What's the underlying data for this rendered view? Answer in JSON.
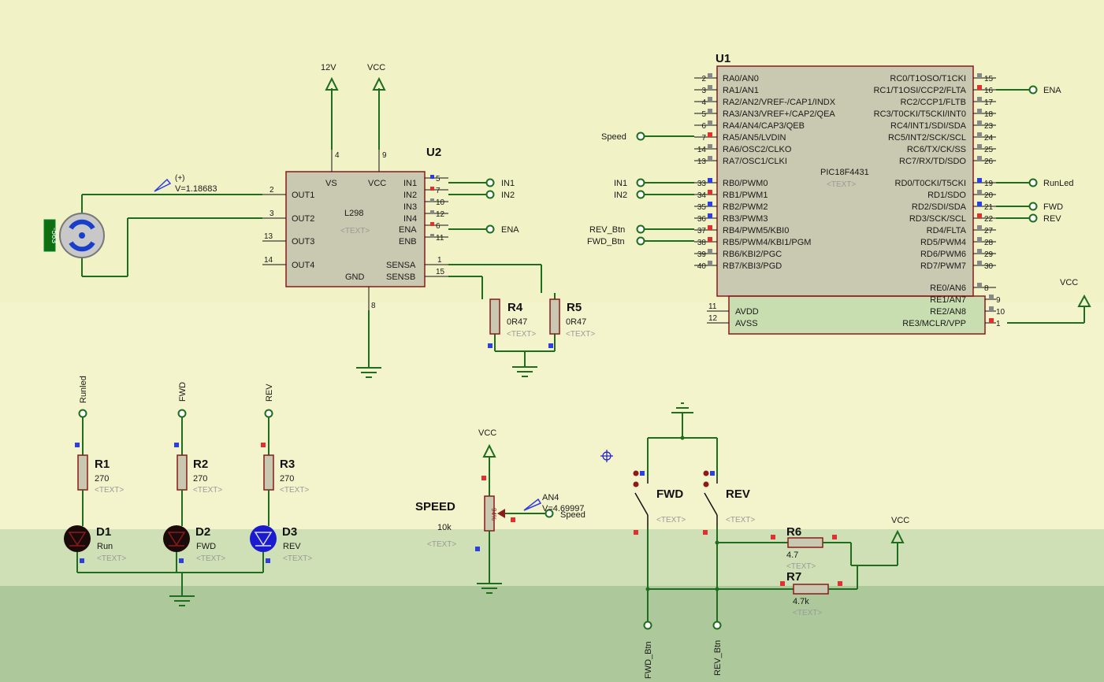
{
  "u1": {
    "ref": "U1",
    "part": "PIC18F4431",
    "placeholder": "<TEXT>",
    "left_pins": [
      {
        "num": "2",
        "name": "RA0/AN0"
      },
      {
        "num": "3",
        "name": "RA1/AN1"
      },
      {
        "num": "4",
        "name": "RA2/AN2/VREF-/CAP1/INDX"
      },
      {
        "num": "5",
        "name": "RA3/AN3/VREF+/CAP2/QEA"
      },
      {
        "num": "6",
        "name": "RA4/AN4/CAP3/QEB"
      },
      {
        "num": "7",
        "name": "RA5/AN5/LVDIN"
      },
      {
        "num": "14",
        "name": "RA6/OSC2/CLKO"
      },
      {
        "num": "13",
        "name": "RA7/OSC1/CLKI"
      },
      {
        "num": "33",
        "name": "RB0/PWM0"
      },
      {
        "num": "34",
        "name": "RB1/PWM1"
      },
      {
        "num": "35",
        "name": "RB2/PWM2"
      },
      {
        "num": "36",
        "name": "RB3/PWM3"
      },
      {
        "num": "37",
        "name": "RB4/PWM5/KBI0"
      },
      {
        "num": "38",
        "name": "RB5/PWM4/KBI1/PGM"
      },
      {
        "num": "39",
        "name": "RB6/KBI2/PGC"
      },
      {
        "num": "40",
        "name": "RB7/KBI3/PGD"
      }
    ],
    "right_pins": [
      {
        "num": "15",
        "name": "RC0/T1OSO/T1CKI"
      },
      {
        "num": "16",
        "name": "RC1/T1OSI/CCP2/FLTA"
      },
      {
        "num": "17",
        "name": "RC2/CCP1/FLTB"
      },
      {
        "num": "18",
        "name": "RC3/T0CKI/T5CKI/INT0"
      },
      {
        "num": "23",
        "name": "RC4/INT1/SDI/SDA"
      },
      {
        "num": "24",
        "name": "RC5/INT2/SCK/SCL"
      },
      {
        "num": "25",
        "name": "RC6/TX/CK/SS"
      },
      {
        "num": "26",
        "name": "RC7/RX/TD/SDO"
      },
      {
        "num": "19",
        "name": "RD0/T0CKI/T5CKI"
      },
      {
        "num": "20",
        "name": "RD1/SDO"
      },
      {
        "num": "21",
        "name": "RD2/SDI/SDA"
      },
      {
        "num": "22",
        "name": "RD3/SCK/SCL"
      },
      {
        "num": "27",
        "name": "RD4/FLTA"
      },
      {
        "num": "28",
        "name": "RD5/PWM4"
      },
      {
        "num": "29",
        "name": "RD6/PWM6"
      },
      {
        "num": "30",
        "name": "RD7/PWM7"
      },
      {
        "num": "8",
        "name": "RE0/AN6"
      },
      {
        "num": "9",
        "name": "RE1/AN7"
      },
      {
        "num": "10",
        "name": "RE2/AN8"
      },
      {
        "num": "1",
        "name": "RE3/MCLR/VPP"
      }
    ],
    "power_pins": [
      {
        "num": "11",
        "name": "AVDD"
      },
      {
        "num": "12",
        "name": "AVSS"
      }
    ]
  },
  "u2": {
    "ref": "U2",
    "part": "L298",
    "placeholder": "<TEXT>",
    "left_pins": [
      {
        "num": "2",
        "name": "OUT1"
      },
      {
        "num": "3",
        "name": "OUT2"
      },
      {
        "num": "13",
        "name": "OUT3"
      },
      {
        "num": "14",
        "name": "OUT4"
      }
    ],
    "right_pins": [
      {
        "num": "5",
        "name": "IN1"
      },
      {
        "num": "7",
        "name": "IN2"
      },
      {
        "num": "10",
        "name": "IN3"
      },
      {
        "num": "12",
        "name": "IN4"
      },
      {
        "num": "6",
        "name": "ENA"
      },
      {
        "num": "11",
        "name": "ENB"
      },
      {
        "num": "1",
        "name": "SENSA"
      },
      {
        "num": "15",
        "name": "SENSB"
      }
    ],
    "top_pins": [
      {
        "num": "4",
        "name": "VS"
      },
      {
        "num": "9",
        "name": "VCC"
      }
    ],
    "bottom_pins": [
      {
        "num": "8",
        "name": "GND"
      }
    ]
  },
  "power": {
    "v12": "12V",
    "vcc": "VCC"
  },
  "terminals": {
    "in1": "IN1",
    "in2": "IN2",
    "ena": "ENA",
    "speed": "Speed",
    "runled": "RunLed",
    "fwd": "FWD",
    "rev": "REV",
    "rev_btn": "REV_Btn",
    "fwd_btn": "FWD_Btn",
    "runled_lower": "Runled"
  },
  "motor": {
    "probe_sign": "(+)",
    "probe_value": "V=1.18683",
    "rpm": "-563"
  },
  "resistors": {
    "r4": {
      "ref": "R4",
      "value": "0R47",
      "placeholder": "<TEXT>"
    },
    "r5": {
      "ref": "R5",
      "value": "0R47",
      "placeholder": "<TEXT>"
    },
    "r1": {
      "ref": "R1",
      "value": "270",
      "placeholder": "<TEXT>"
    },
    "r2": {
      "ref": "R2",
      "value": "270",
      "placeholder": "<TEXT>"
    },
    "r3": {
      "ref": "R3",
      "value": "270",
      "placeholder": "<TEXT>"
    },
    "r6": {
      "ref": "R6",
      "value": "4.7",
      "placeholder": "<TEXT>"
    },
    "r7": {
      "ref": "R7",
      "value": "4.7k",
      "placeholder": "<TEXT>"
    }
  },
  "leds": {
    "d1": {
      "ref": "D1",
      "name": "Run",
      "placeholder": "<TEXT>"
    },
    "d2": {
      "ref": "D2",
      "name": "FWD",
      "placeholder": "<TEXT>"
    },
    "d3": {
      "ref": "D3",
      "name": "REV",
      "placeholder": "<TEXT>"
    }
  },
  "pot": {
    "ref": "SPEED",
    "value": "10k",
    "placeholder": "<TEXT>",
    "percent": "94%",
    "probe_name": "AN4",
    "probe_value": "V=4.69997"
  },
  "buttons": {
    "fwd": {
      "ref": "FWD",
      "placeholder": "<TEXT>"
    },
    "rev": {
      "ref": "REV",
      "placeholder": "<TEXT>"
    }
  },
  "colors": {
    "background": "#f3f3cc",
    "wire": "#1f6e1f",
    "component_body": "#c9c8b0",
    "outline": "#8b1a1a",
    "pin_red": "#e03030",
    "pin_blue": "#2e3ee0",
    "led_blue": "#1a1ad0"
  }
}
